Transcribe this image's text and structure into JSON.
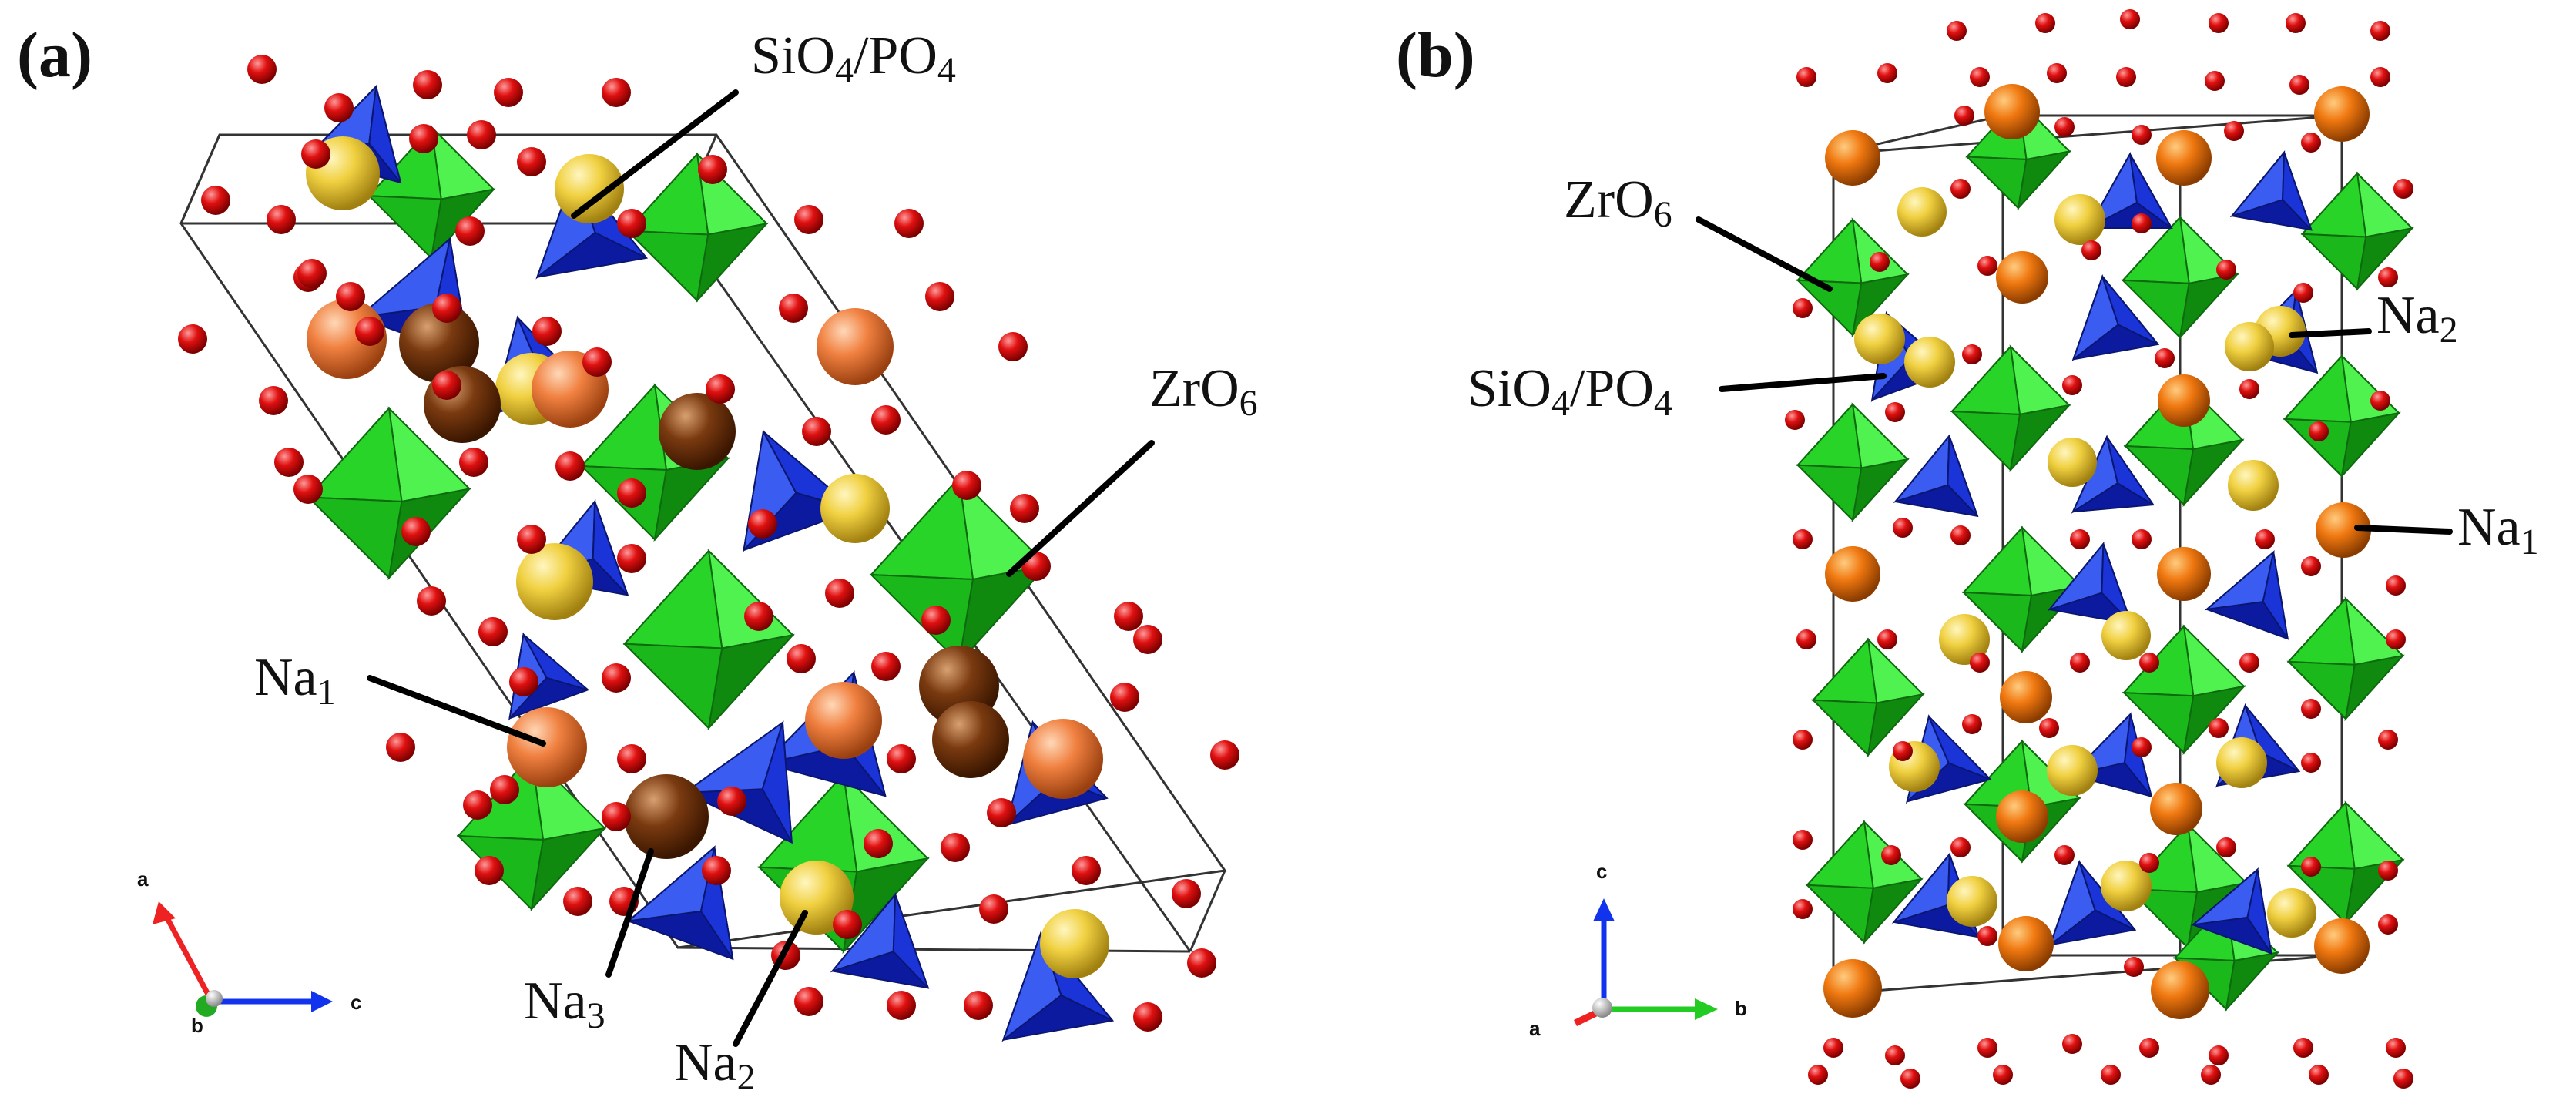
{
  "panels": [
    {
      "label": "(a)",
      "callouts": {
        "sio4": {
          "text": "SiO",
          "s1": "4",
          "mid": "/PO",
          "s2": "4"
        },
        "zro6": {
          "text": "ZrO",
          "s1": "6"
        },
        "na1": {
          "text": "Na",
          "s1": "1"
        },
        "na3": {
          "text": "Na",
          "s1": "3"
        },
        "na2": {
          "text": "Na",
          "s1": "2"
        }
      },
      "axes": {
        "a": "a",
        "b": "b",
        "c": "c"
      }
    },
    {
      "label": "(b)",
      "callouts": {
        "zro6": {
          "text": "ZrO",
          "s1": "6"
        },
        "sio4": {
          "text": "SiO",
          "s1": "4",
          "mid": "/PO",
          "s2": "4"
        },
        "na2": {
          "text": "Na",
          "s1": "2"
        },
        "na1": {
          "text": "Na",
          "s1": "1"
        }
      },
      "axes": {
        "c": "c",
        "a": "a",
        "b": "b"
      }
    }
  ],
  "colors": {
    "zro6_octahedra": "#22cc22",
    "sio4_po4_tetrahedra": "#1a2ecc",
    "oxygen": "#e01010",
    "na1_sites": "#f08040",
    "na2_sites": "#f0d040",
    "na3_sites": "#7a3a10",
    "cell_edges": "#333333",
    "axis_a_a": "#ee2222",
    "axis_b_a": "#22aa22",
    "axis_c_a": "#1133ee"
  }
}
